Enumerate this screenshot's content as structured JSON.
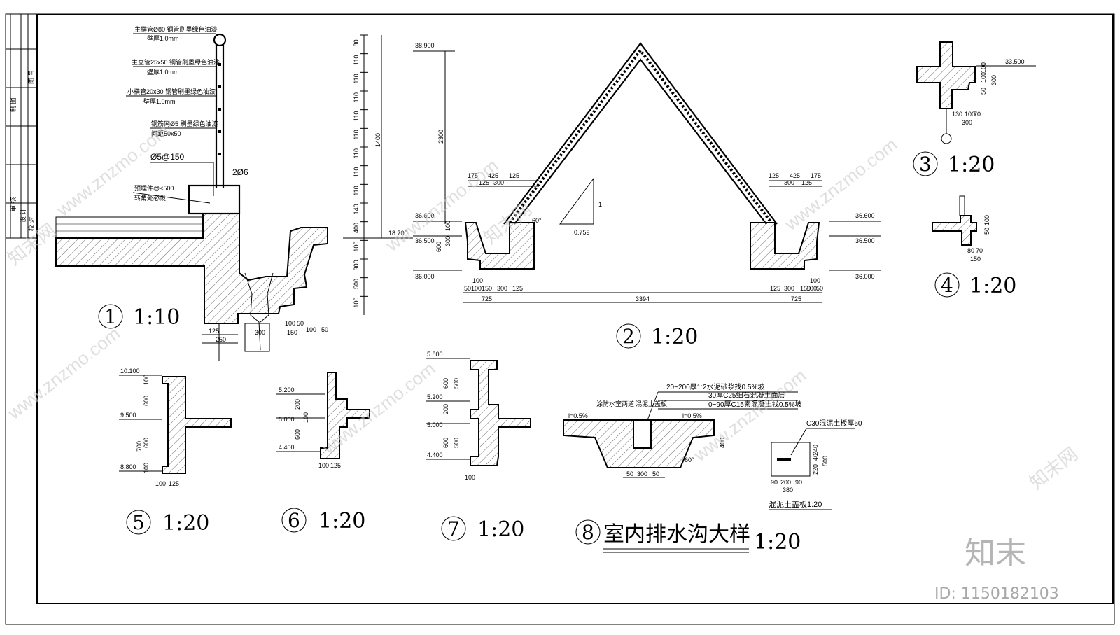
{
  "railing_notes": {
    "top_rail_1": "主横管Ø80 钢管刷墨绿色油漆",
    "top_rail_2": "壁厚1.0mm",
    "post_1": "主立管25x50 钢管刷墨绿色油漆",
    "post_2": "壁厚1.0mm",
    "small_rail_1": "小横管20x30 钢管刷墨绿色油漆",
    "small_rail_2": "壁厚1.0mm",
    "mesh_1": "钢筋网Ø5 刷墨绿色油漆",
    "mesh_2": "间距50x50",
    "rebar_spacing": "Ø5@150",
    "rebar_bars": "2Ø6",
    "embed_1": "预埋件@<500",
    "embed_2": "转角处必设"
  },
  "detail_1": {
    "num": "1",
    "scale": "1:10",
    "dims": [
      "125",
      "250",
      "300",
      "100",
      "50",
      "150",
      "100",
      "50"
    ]
  },
  "rail_heights": {
    "values": [
      "80",
      "110",
      "110",
      "110",
      "110",
      "110",
      "110",
      "110",
      "110",
      "140",
      "400",
      "100",
      "300",
      "500",
      "100"
    ],
    "total": "1400"
  },
  "detail_2": {
    "num": "2",
    "scale": "1:20",
    "elev_top": "38.900",
    "elev_main": "18.700",
    "h2300": "2300",
    "elev_l1": "36.600",
    "elev_l2": "36.500",
    "elev_l3": "36.000",
    "elev_r1": "36.600",
    "elev_r2": "36.500",
    "elev_r3": "36.000",
    "slope_v": "1",
    "slope_h": "0.759",
    "angle": "60°",
    "top_dims_l": [
      "175",
      "425",
      "125",
      "125",
      "300"
    ],
    "top_dims_r": [
      "125",
      "425",
      "175",
      "300",
      "125"
    ],
    "side_dims": [
      "100",
      "300",
      "600",
      "100",
      "100"
    ],
    "bot_l": [
      "50",
      "100",
      "100",
      "150",
      "300",
      "125",
      "725"
    ],
    "bot_r": [
      "125",
      "300",
      "150",
      "100",
      "50",
      "100",
      "725"
    ],
    "span": "3394"
  },
  "detail_3": {
    "num": "3",
    "scale": "1:20",
    "elev": "33.500",
    "dims": [
      "50",
      "100",
      "100",
      "300",
      "130",
      "100",
      "70",
      "300"
    ]
  },
  "detail_4": {
    "num": "4",
    "scale": "1:20",
    "dims": [
      "50",
      "100",
      "80",
      "70",
      "150"
    ]
  },
  "detail_5": {
    "num": "5",
    "scale": "1:20",
    "elevs": [
      "10.100",
      "9.500",
      "8.800"
    ],
    "dims": [
      "100",
      "600",
      "700",
      "600",
      "100",
      "100",
      "125"
    ]
  },
  "detail_6": {
    "num": "6",
    "scale": "1:20",
    "elevs": [
      "5.200",
      "5.000",
      "4.400"
    ],
    "dims": [
      "200",
      "600",
      "100",
      "100",
      "125"
    ]
  },
  "detail_7": {
    "num": "7",
    "scale": "1:20",
    "elevs": [
      "5.800",
      "5.200",
      "5.000",
      "4.400"
    ],
    "dims": [
      "600",
      "500",
      "200",
      "600",
      "500",
      "100"
    ]
  },
  "detail_8": {
    "num": "8",
    "title": "室内排水沟大样",
    "scale": "1:20",
    "notes": [
      "20~200厚1:2水泥砂浆找0.5%坡",
      "30厚C25细石混凝土面层",
      "0~90厚C15素混凝土找0.5%坡"
    ],
    "left_note": "涂防水室两道",
    "cover": "混泥土盖板",
    "slope_l": "i=0.5%",
    "slope_r": "i=0.5%",
    "dims": [
      "50",
      "300",
      "50",
      "400",
      "60°"
    ]
  },
  "cover_slab": {
    "title": "混泥土盖板1:20",
    "spec": "C30混泥土板厚60",
    "dims": [
      "90",
      "200",
      "90",
      "380",
      "220",
      "40",
      "240",
      "500"
    ]
  },
  "title_block": {
    "rows": [
      "审 核",
      "设 计",
      "校 对",
      "制 图",
      "图 号"
    ]
  },
  "watermark": {
    "text": "www.znzmo.com",
    "brand": "知末网",
    "logo": "知末",
    "id": "ID: 1150182103"
  }
}
